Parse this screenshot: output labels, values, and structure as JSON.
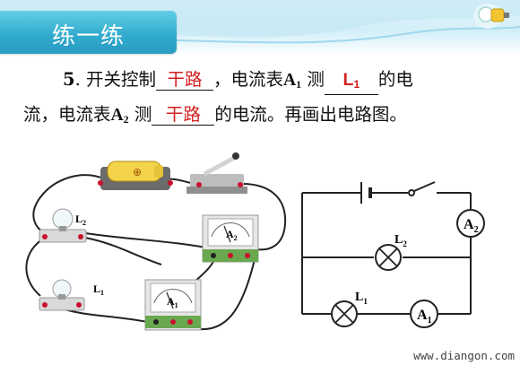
{
  "banner": {
    "title": "练一练"
  },
  "question": {
    "number": "5",
    "sep": ".",
    "t1": "开关控制",
    "a1": "干路",
    "t2": "，电流表",
    "a_meter1": "A",
    "sub1": "1",
    "t3": "测",
    "a2_main": "L",
    "a2_sub": "1",
    "t4": "的电",
    "t5": "流，电流表",
    "a_meter2": "A",
    "sub2": "2",
    "t6": "测",
    "a3": "干路",
    "t7": "的电流。再画出电路图。"
  },
  "photo_labels": {
    "l2": "L",
    "l2_sub": "2",
    "l1": "L",
    "l1_sub": "1",
    "a2": "A",
    "a2_sub": "2",
    "a1": "A",
    "a1_sub": "1"
  },
  "schematic_labels": {
    "l2": "L",
    "l2_sub": "2",
    "l1": "L",
    "l1_sub": "1",
    "a2": "A",
    "a2_sub": "2",
    "a1": "A",
    "a1_sub": "1"
  },
  "footer": {
    "watermark": "www.diangon.com"
  },
  "colors": {
    "answer": "#d42020",
    "banner": "#2fa9cc",
    "wire": "#222222"
  }
}
